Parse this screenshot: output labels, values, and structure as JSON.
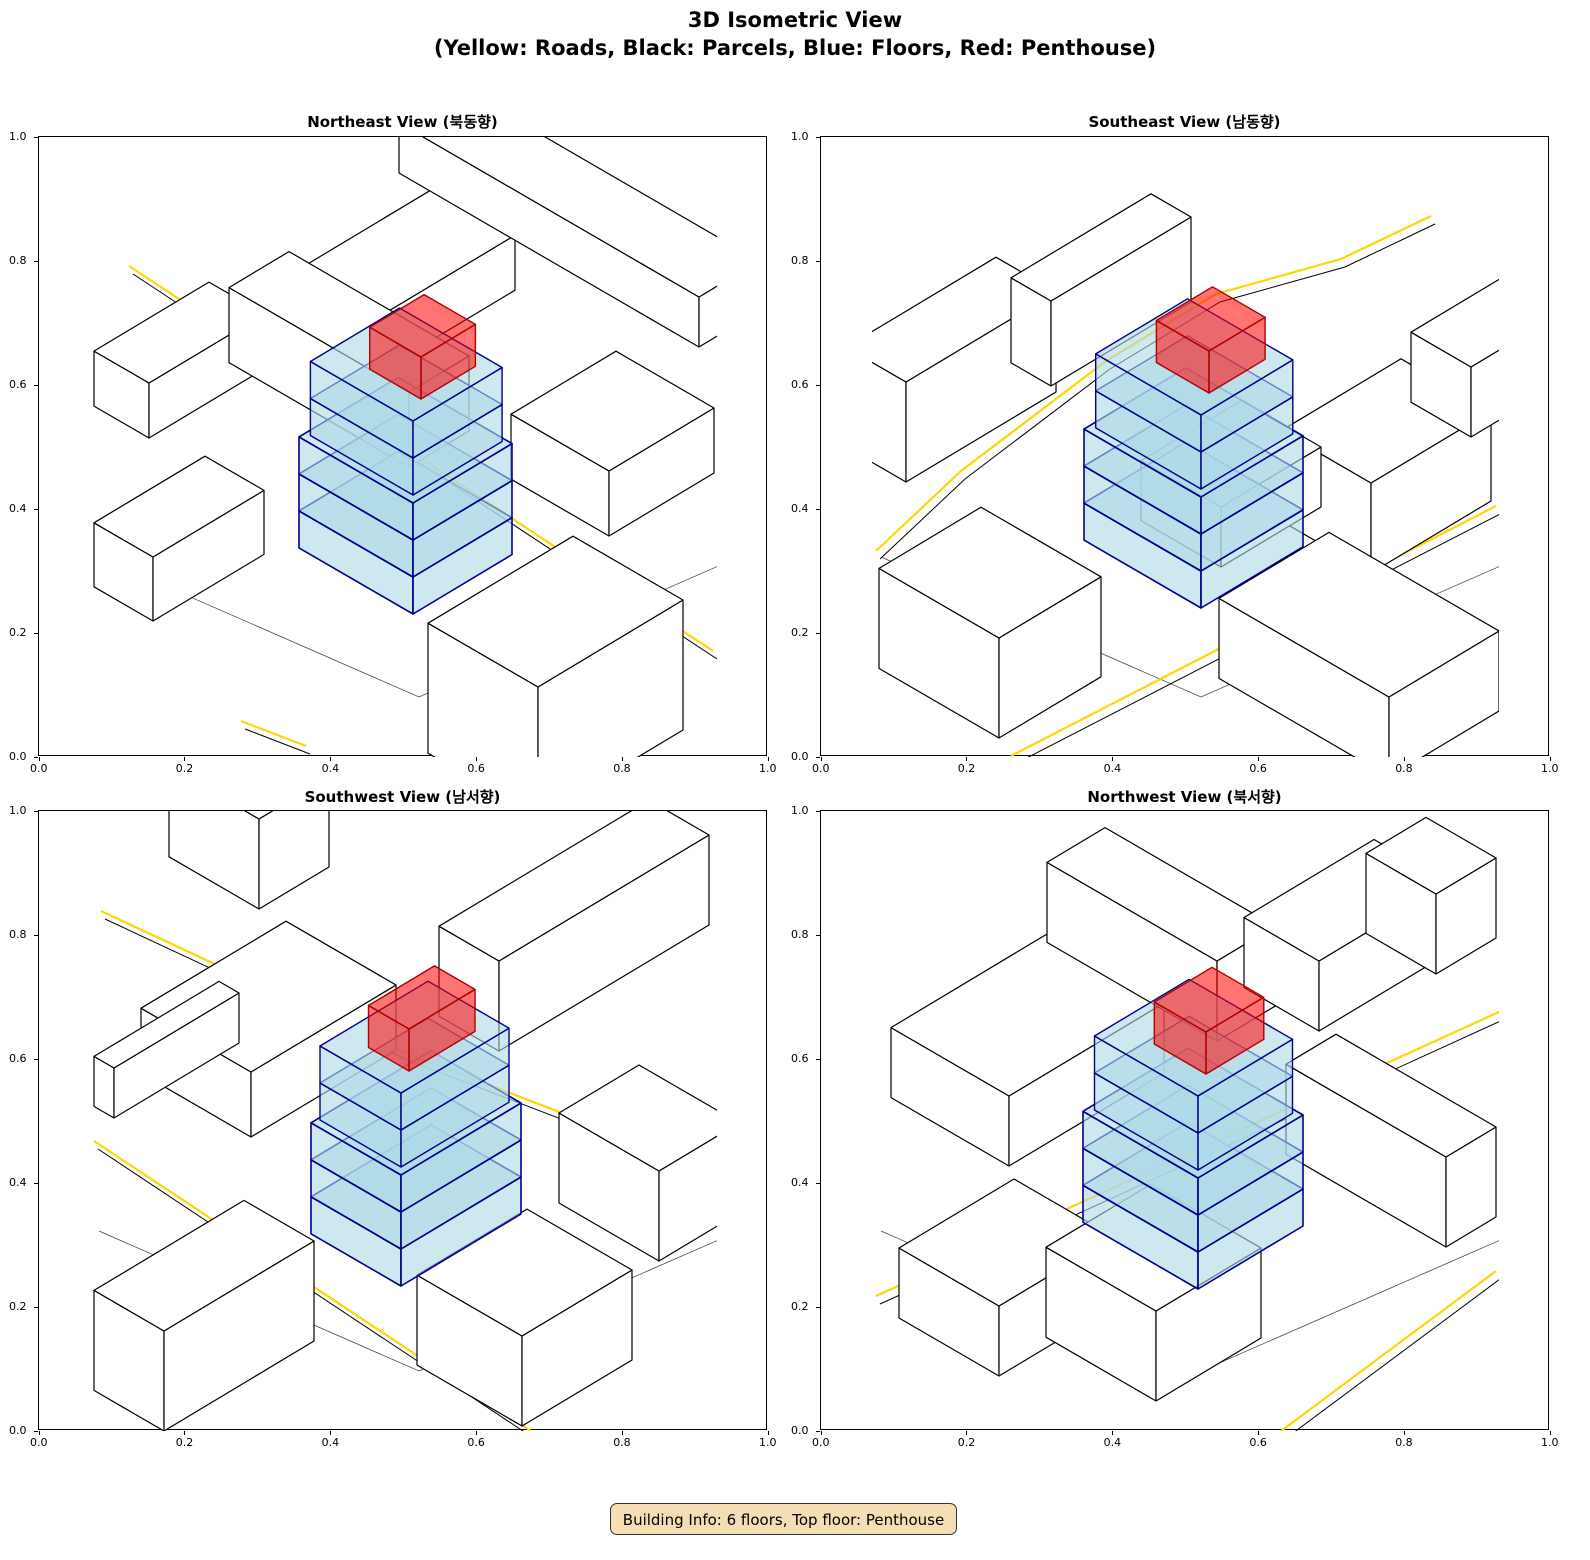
{
  "figure": {
    "title_line1": "3D Isometric View",
    "title_line2": "(Yellow: Roads, Black: Parcels, Blue: Floors, Red: Penthouse)"
  },
  "panels": [
    {
      "title": "Northeast View (북동향)"
    },
    {
      "title": "Southeast View (남동향)"
    },
    {
      "title": "Southwest View (남서향)"
    },
    {
      "title": "Northwest View (북서향)"
    }
  ],
  "axes": {
    "ticks": [
      "0.0",
      "0.2",
      "0.4",
      "0.6",
      "0.8",
      "1.0"
    ],
    "xlim": [
      0,
      1
    ],
    "ylim": [
      0,
      1
    ]
  },
  "colors": {
    "road": "#ffd700",
    "parcel": "#000000",
    "floor_fill": "#add8e6",
    "floor_edge": "#00008b",
    "penthouse": "#ff0000",
    "info_bg": "#f5deb3"
  },
  "building": {
    "floors": 6,
    "top_floor": "Penthouse"
  },
  "info": "Building Info: 6 floors, Top floor: Penthouse"
}
